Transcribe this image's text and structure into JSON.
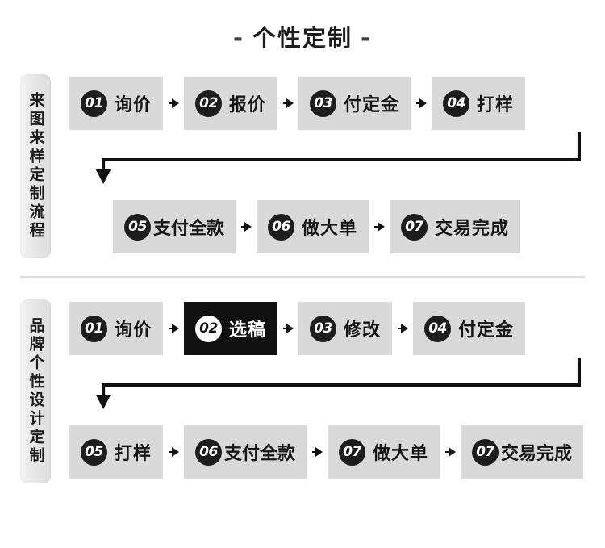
{
  "title": {
    "dash_left": "-",
    "text": "个性定制",
    "dash_right": "-"
  },
  "colors": {
    "box_bg": "#d9d9d9",
    "box_bg_highlight": "#111111",
    "badge_bg": "#1d1d1d",
    "badge_text": "#ffffff",
    "text": "#161616",
    "side_label_bg": "#e7e7e7",
    "divider": "#dcdcdc",
    "connector": "#111111"
  },
  "sections": [
    {
      "side_label": "来图来样定制流程",
      "rows": [
        {
          "steps": [
            {
              "num": "01",
              "label": "询价",
              "highlight": false
            },
            {
              "num": "02",
              "label": "报价",
              "highlight": false
            },
            {
              "num": "03",
              "label": "付定金",
              "highlight": false
            },
            {
              "num": "04",
              "label": "打样",
              "highlight": false
            }
          ]
        },
        {
          "steps": [
            {
              "num": "05",
              "label": "支付全款",
              "highlight": false,
              "tight": true
            },
            {
              "num": "06",
              "label": "做大单",
              "highlight": false
            },
            {
              "num": "07",
              "label": "交易完成",
              "highlight": false
            }
          ]
        }
      ]
    },
    {
      "side_label": "品牌个性设计定制",
      "rows": [
        {
          "steps": [
            {
              "num": "01",
              "label": "询价",
              "highlight": false
            },
            {
              "num": "02",
              "label": "选稿",
              "highlight": true
            },
            {
              "num": "03",
              "label": "修改",
              "highlight": false
            },
            {
              "num": "04",
              "label": "付定金",
              "highlight": false
            }
          ]
        },
        {
          "steps": [
            {
              "num": "05",
              "label": "打样",
              "highlight": false
            },
            {
              "num": "06",
              "label": "支付全款",
              "highlight": false,
              "tight": true
            },
            {
              "num": "07",
              "label": "做大单",
              "highlight": false
            },
            {
              "num": "07",
              "label": "交易完成",
              "highlight": false,
              "tight": true
            }
          ]
        }
      ]
    }
  ]
}
